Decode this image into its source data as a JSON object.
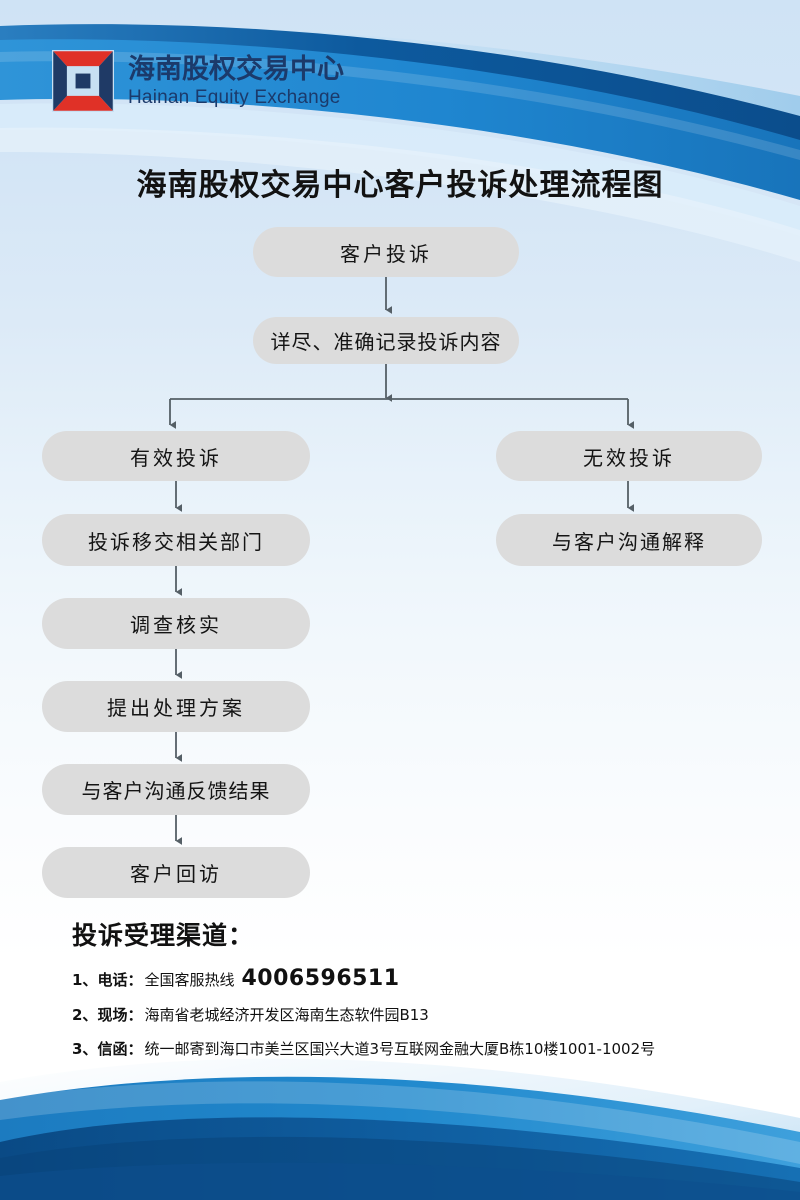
{
  "brand": {
    "logo_icon": "hainan-equity-emblem-icon",
    "name_cn": "海南股权交易中心",
    "name_en": "Hainan Equity Exchange",
    "logo_red": "#e03127",
    "logo_navy": "#1f3a66",
    "text_navy": "#1b3a6b"
  },
  "title": "海南股权交易中心客户投诉处理流程图",
  "flowchart": {
    "node_fill": "#dcdcdc",
    "connector_color": "#555f66",
    "nodes": [
      {
        "id": "start",
        "label": "客户投诉"
      },
      {
        "id": "record",
        "label": "详尽、准确记录投诉内容"
      },
      {
        "id": "valid",
        "label": "有效投诉"
      },
      {
        "id": "invalid",
        "label": "无效投诉"
      },
      {
        "id": "transfer",
        "label": "投诉移交相关部门"
      },
      {
        "id": "explain",
        "label": "与客户沟通解释"
      },
      {
        "id": "investigate",
        "label": "调查核实"
      },
      {
        "id": "propose",
        "label": "提出处理方案"
      },
      {
        "id": "feedback",
        "label": "与客户沟通反馈结果"
      },
      {
        "id": "revisit",
        "label": "客户回访"
      }
    ]
  },
  "contact": {
    "heading": "投诉受理渠道：",
    "items": [
      {
        "index": "1、",
        "label": "电话：",
        "value": "全国客服热线",
        "phone": "4006596511"
      },
      {
        "index": "2、",
        "label": "现场：",
        "value": "海南省老城经济开发区海南生态软件园B13",
        "phone": ""
      },
      {
        "index": "3、",
        "label": "信函：",
        "value": "统一邮寄到海口市美兰区国兴大道3号互联网金融大厦B栋10楼1001-1002号",
        "phone": ""
      }
    ]
  },
  "decor": {
    "wave_dark": "#0d5a9e",
    "wave_mid": "#1f86d0",
    "wave_light": "#7fb9e4",
    "wave_pale": "#cfe6f7"
  }
}
